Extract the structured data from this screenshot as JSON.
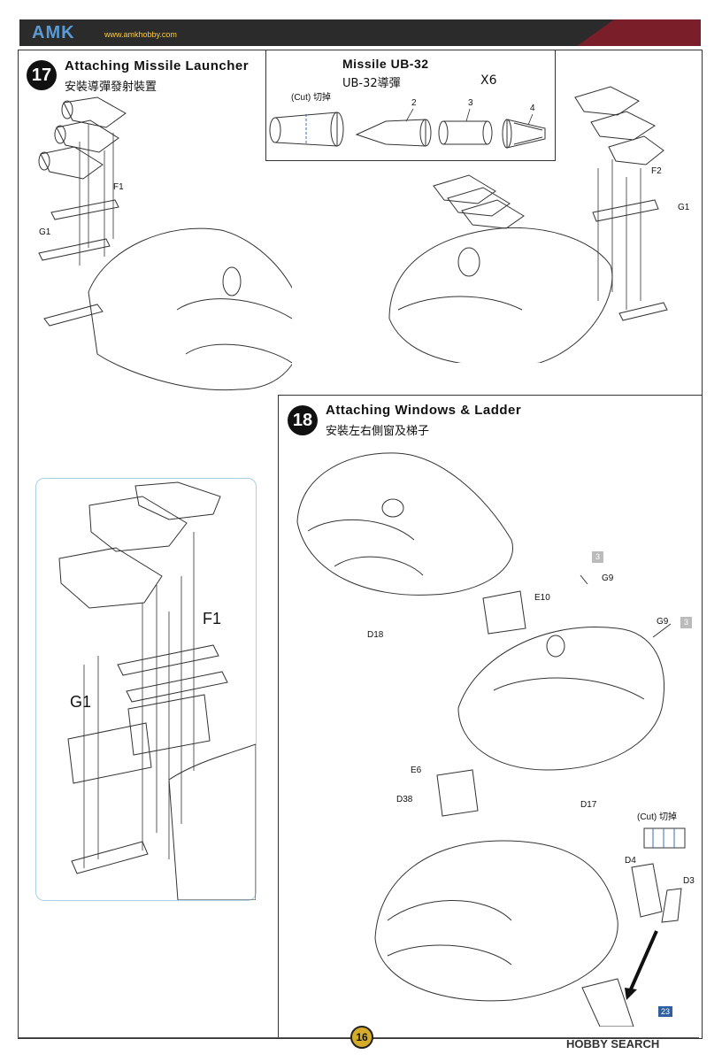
{
  "header": {
    "logo": "AMK",
    "url": "www.amkhobby.com"
  },
  "step17": {
    "number": "17",
    "title": "Attaching Missile Launcher",
    "subtitle": "安裝導彈發射裝置",
    "labels": {
      "f1": "F1",
      "g1": "G1",
      "f2": "F2",
      "g1_right": "G1"
    }
  },
  "inset": {
    "title": "Missile UB-32",
    "subtitle": "UB-32導彈",
    "quantity": "X6",
    "cut": "(Cut) 切掉",
    "parts": [
      "2",
      "3",
      "4"
    ]
  },
  "detail": {
    "f1": "F1",
    "g1": "G1"
  },
  "step18": {
    "number": "18",
    "title": "Attaching Windows & Ladder",
    "subtitle": "安裝左右側窗及梯子",
    "labels": {
      "g9a": "G9",
      "g9b": "G9",
      "e10": "E10",
      "d18": "D18",
      "e6": "E6",
      "d38": "D38",
      "d17": "D17",
      "cut": "(Cut) 切掉",
      "d4": "D4",
      "d3": "D3"
    },
    "badges": {
      "b1": "3",
      "b2": "3",
      "b3": "23"
    }
  },
  "footer": {
    "page": "16",
    "watermark": "HOBBY SEARCH"
  }
}
